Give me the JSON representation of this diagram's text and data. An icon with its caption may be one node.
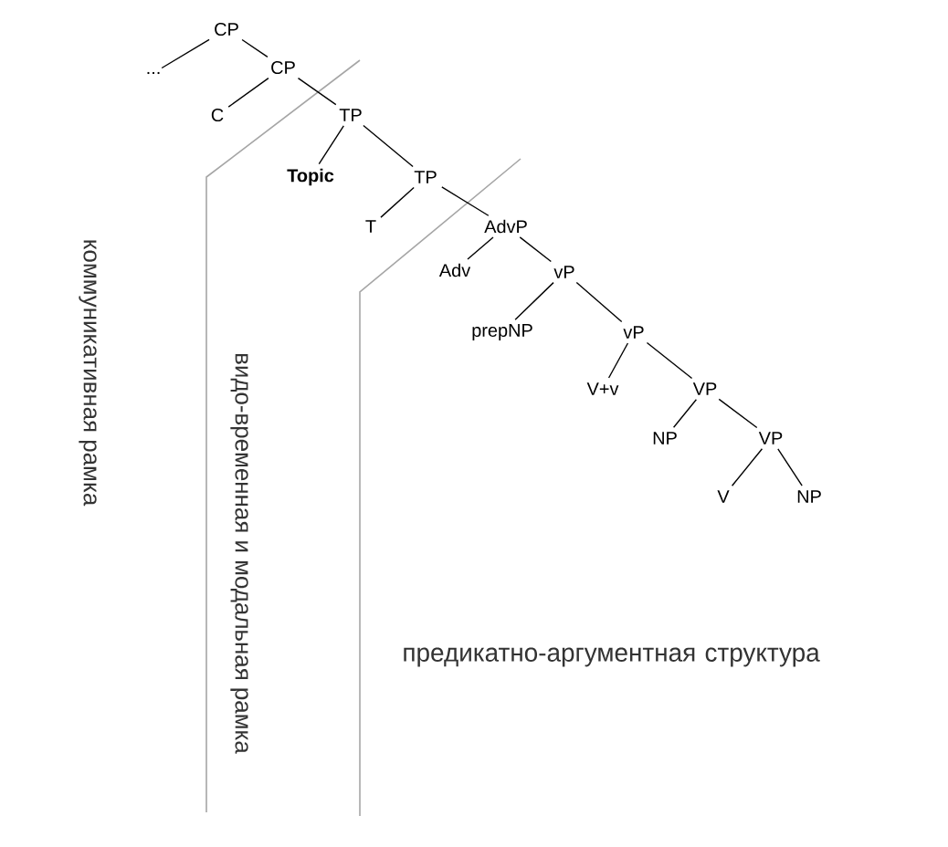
{
  "diagram": {
    "nodes": [
      {
        "text": [
          "CP"
        ]
      },
      {
        "text": [
          "..."
        ]
      },
      {
        "text": [
          "CP"
        ]
      },
      {
        "text": [
          "C"
        ]
      },
      {
        "text": [
          "TP"
        ]
      },
      {
        "text": [
          "Topic"
        ]
      },
      {
        "text": [
          "TP"
        ]
      },
      {
        "text": [
          "T"
        ]
      },
      {
        "text": [
          "AdvP"
        ]
      },
      {
        "text": [
          "Adv"
        ]
      },
      {
        "text": [
          "vP"
        ]
      },
      {
        "text": [
          "prepNP"
        ]
      },
      {
        "text": [
          "vP"
        ]
      },
      {
        "text": [
          "V+v"
        ]
      },
      {
        "text": [
          "VP"
        ]
      },
      {
        "text": [
          "NP"
        ]
      },
      {
        "text": [
          "VP"
        ]
      },
      {
        "text": [
          "V"
        ]
      },
      {
        "text": [
          "NP"
        ]
      }
    ],
    "edges": [
      {
        "from": 0,
        "to": 1,
        "arrow": "none"
      },
      {
        "from": 0,
        "to": 2,
        "arrow": "none"
      },
      {
        "from": 2,
        "to": 3,
        "arrow": "none"
      },
      {
        "from": 2,
        "to": 4,
        "arrow": "none"
      },
      {
        "from": 4,
        "to": 5,
        "arrow": "none"
      },
      {
        "from": 4,
        "to": 6,
        "arrow": "none"
      },
      {
        "from": 6,
        "to": 7,
        "arrow": "none"
      },
      {
        "from": 6,
        "to": 8,
        "arrow": "none"
      },
      {
        "from": 8,
        "to": 9,
        "arrow": "none"
      },
      {
        "from": 8,
        "to": 10,
        "arrow": "none"
      },
      {
        "from": 10,
        "to": 11,
        "arrow": "none"
      },
      {
        "from": 10,
        "to": 12,
        "arrow": "none"
      },
      {
        "from": 12,
        "to": 13,
        "arrow": "none"
      },
      {
        "from": 12,
        "to": 14,
        "arrow": "none"
      },
      {
        "from": 14,
        "to": 15,
        "arrow": "none"
      },
      {
        "from": 14,
        "to": 16,
        "arrow": "none"
      },
      {
        "from": 16,
        "to": 17,
        "arrow": "none"
      },
      {
        "from": 16,
        "to": 18,
        "arrow": "none"
      }
    ],
    "labels": [
      "коммуникативная рамка",
      "видо-временная и модальная рамка",
      "предикатно-аргументная структура"
    ]
  }
}
